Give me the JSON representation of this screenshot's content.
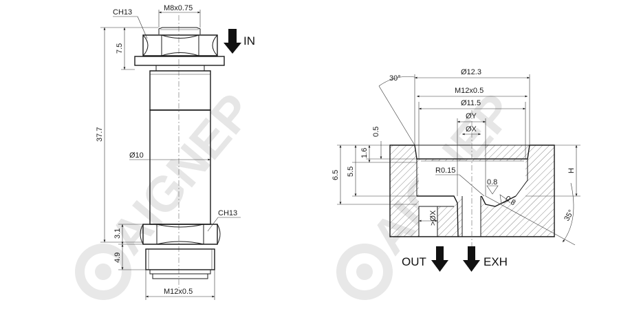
{
  "left": {
    "top_thread": "M8x0.75",
    "top_nut": "CH13",
    "flow_in": "IN",
    "dim_7_5": "7.5",
    "dim_37_7": "37.7",
    "diameter_10": "Ø10",
    "bottom_nut": "CH13",
    "dim_3_1": "3.1",
    "dim_4_9": "4.9",
    "bottom_thread": "M12x0.5"
  },
  "right": {
    "angle_30": "30°",
    "d_12_3": "Ø12.3",
    "thread": "M12x0.5",
    "d_11_5": "Ø11.5",
    "d_y": "ØY",
    "d_x": "ØX",
    "dim_0_5": "0.5",
    "dim_1_6": "1.6",
    "dim_5_5": "5.5",
    "dim_6_5": "6.5",
    "radius": "R0.15",
    "rough_a": "0.8",
    "rough_b": "0.8",
    "dim_h": "H",
    "angle_35": "35°",
    "min_dx": ">ØX",
    "flow_out": "OUT",
    "flow_exh": "EXH"
  },
  "watermark": "AIGNEP",
  "colors": {
    "line": "#1a1a1a",
    "hatch": "#555555",
    "watermark": "#e6e6e6"
  }
}
